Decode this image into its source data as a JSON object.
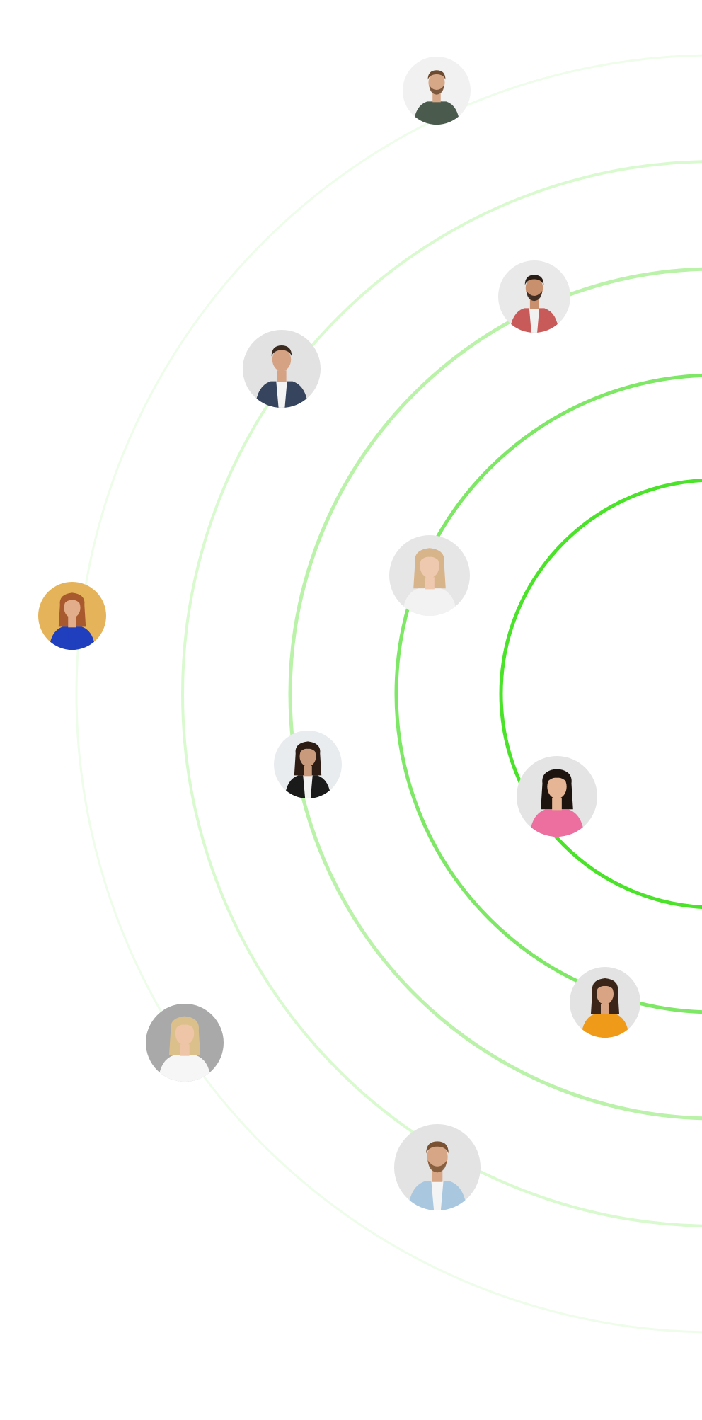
{
  "colors": {
    "background": "#ffffff",
    "ring_strongest": "#4ae329",
    "ring_strong": "#7ee866",
    "ring_medium": "#b9f2a8",
    "ring_light": "#d9f9cf",
    "ring_faintest": "#eefcea"
  },
  "rings": [
    {
      "level": 1,
      "color": "#4ae329"
    },
    {
      "level": 2,
      "color": "#7ee866"
    },
    {
      "level": 3,
      "color": "#b9f2a8"
    },
    {
      "level": 4,
      "color": "#d9f9cf"
    },
    {
      "level": 5,
      "color": "#eefcea"
    }
  ],
  "people": [
    {
      "id": "man-green-tshirt",
      "bg": "#f1f1f1",
      "skin": "#d7a888",
      "hair": "#6b4a30",
      "shirt": "#4a5a4c",
      "inner": "#4a5a4c",
      "beard": true
    },
    {
      "id": "man-plaid-shirt",
      "bg": "#e9e9e9",
      "skin": "#c8906c",
      "hair": "#2a1d16",
      "shirt": "#c95a5a",
      "inner": "#f1f1f1",
      "beard": true
    },
    {
      "id": "man-denim-jacket",
      "bg": "#e2e2e2",
      "skin": "#d5a284",
      "hair": "#3a2a20",
      "shirt": "#36445e",
      "inner": "#f4f4f4",
      "beard": false
    },
    {
      "id": "woman-white-sweater",
      "bg": "#e6e6e6",
      "skin": "#efc8b0",
      "hair": "#d8b48a",
      "shirt": "#f2f2f2",
      "inner": "#f2f2f2",
      "beard": false
    },
    {
      "id": "woman-blue-dress",
      "bg": "#e5b35a",
      "skin": "#e2ad8a",
      "hair": "#a85a2e",
      "shirt": "#1f3fbf",
      "inner": "#1f3fbf",
      "beard": false
    },
    {
      "id": "woman-black-vest",
      "bg": "#e9ecef",
      "skin": "#c99a7c",
      "hair": "#2c1c14",
      "shirt": "#1a1a1a",
      "inner": "#f2f2f2",
      "beard": false
    },
    {
      "id": "woman-pink-sweater",
      "bg": "#e4e4e4",
      "skin": "#e5b596",
      "hair": "#1e140f",
      "shirt": "#ec6f9f",
      "inner": "#ec6f9f",
      "beard": false
    },
    {
      "id": "woman-orange-top",
      "bg": "#e3e3e3",
      "skin": "#d8a484",
      "hair": "#3a2518",
      "shirt": "#f09a1a",
      "inner": "#f09a1a",
      "beard": false
    },
    {
      "id": "woman-white-blouse",
      "bg": "#a9a9a9",
      "skin": "#efc5a8",
      "hair": "#dcc08c",
      "shirt": "#f6f6f6",
      "inner": "#f6f6f6",
      "beard": false
    },
    {
      "id": "man-light-denim-shirt",
      "bg": "#e3e3e3",
      "skin": "#d7a686",
      "hair": "#7a5232",
      "shirt": "#a9c8e0",
      "inner": "#f4f4f4",
      "beard": true
    }
  ]
}
